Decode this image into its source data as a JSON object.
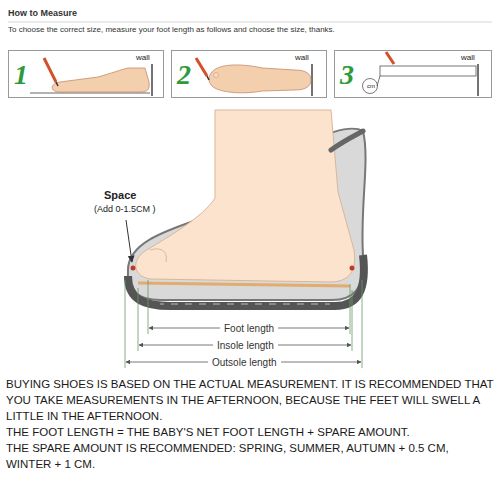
{
  "diagram": {
    "title": "How to Measure",
    "nodes": [
      {
        "text": [
          "1",
          "wall"
        ]
      },
      {
        "text": [
          "2",
          "wall"
        ]
      },
      {
        "text": [
          "3",
          "wall",
          "cm"
        ]
      }
    ],
    "labels": [
      "To choose the correct size, measure your foot length as follows and choose the size, thanks.",
      "Space",
      "(Add 0-1.5CM )",
      "Foot length",
      "Insole length",
      "Outsole length",
      "BUYING SHOES IS BASED ON THE ACTUAL MEASUREMENT. IT IS RECOMMENDED THAT YOU TAKE MEASUREMENTS IN THE AFTERNOON, BECAUSE THE FEET WILL SWELL A LITTLE IN THE AFTERNOON.",
      "THE FOOT LENGTH = THE BABY'S NET FOOT LENGTH + SPARE AMOUNT.",
      "THE SPARE AMOUNT IS RECOMMENDED: SPRING, SUMMER, AUTUMN + 0.5 CM, WINTER + 1 CM."
    ]
  }
}
